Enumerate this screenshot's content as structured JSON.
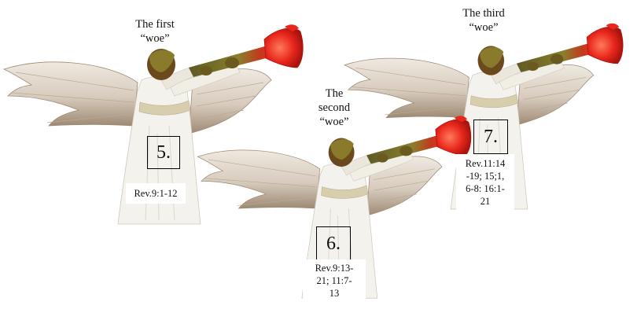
{
  "angels": [
    {
      "id": "first",
      "caption": "The first\n“woe”",
      "number": "5.",
      "reference": "Rev.9:1-12"
    },
    {
      "id": "second",
      "caption": "The\nsecond\n“woe”",
      "number": "6.",
      "reference": "Rev.9:13-\n21; 11:7-\n13"
    },
    {
      "id": "third",
      "caption": "The third\n“woe”",
      "number": "7.",
      "reference": "Rev.11:14\n-19; 15;1,\n6-8: 16:1-\n21"
    }
  ],
  "colors": {
    "robe": "#f3f1ea",
    "wing": "#d9cfc2",
    "wing_shadow": "#a8927c",
    "trumpet_body": "#6b6a2a",
    "trumpet_bell": "#e8261c",
    "skin": "#6a4a1c"
  }
}
